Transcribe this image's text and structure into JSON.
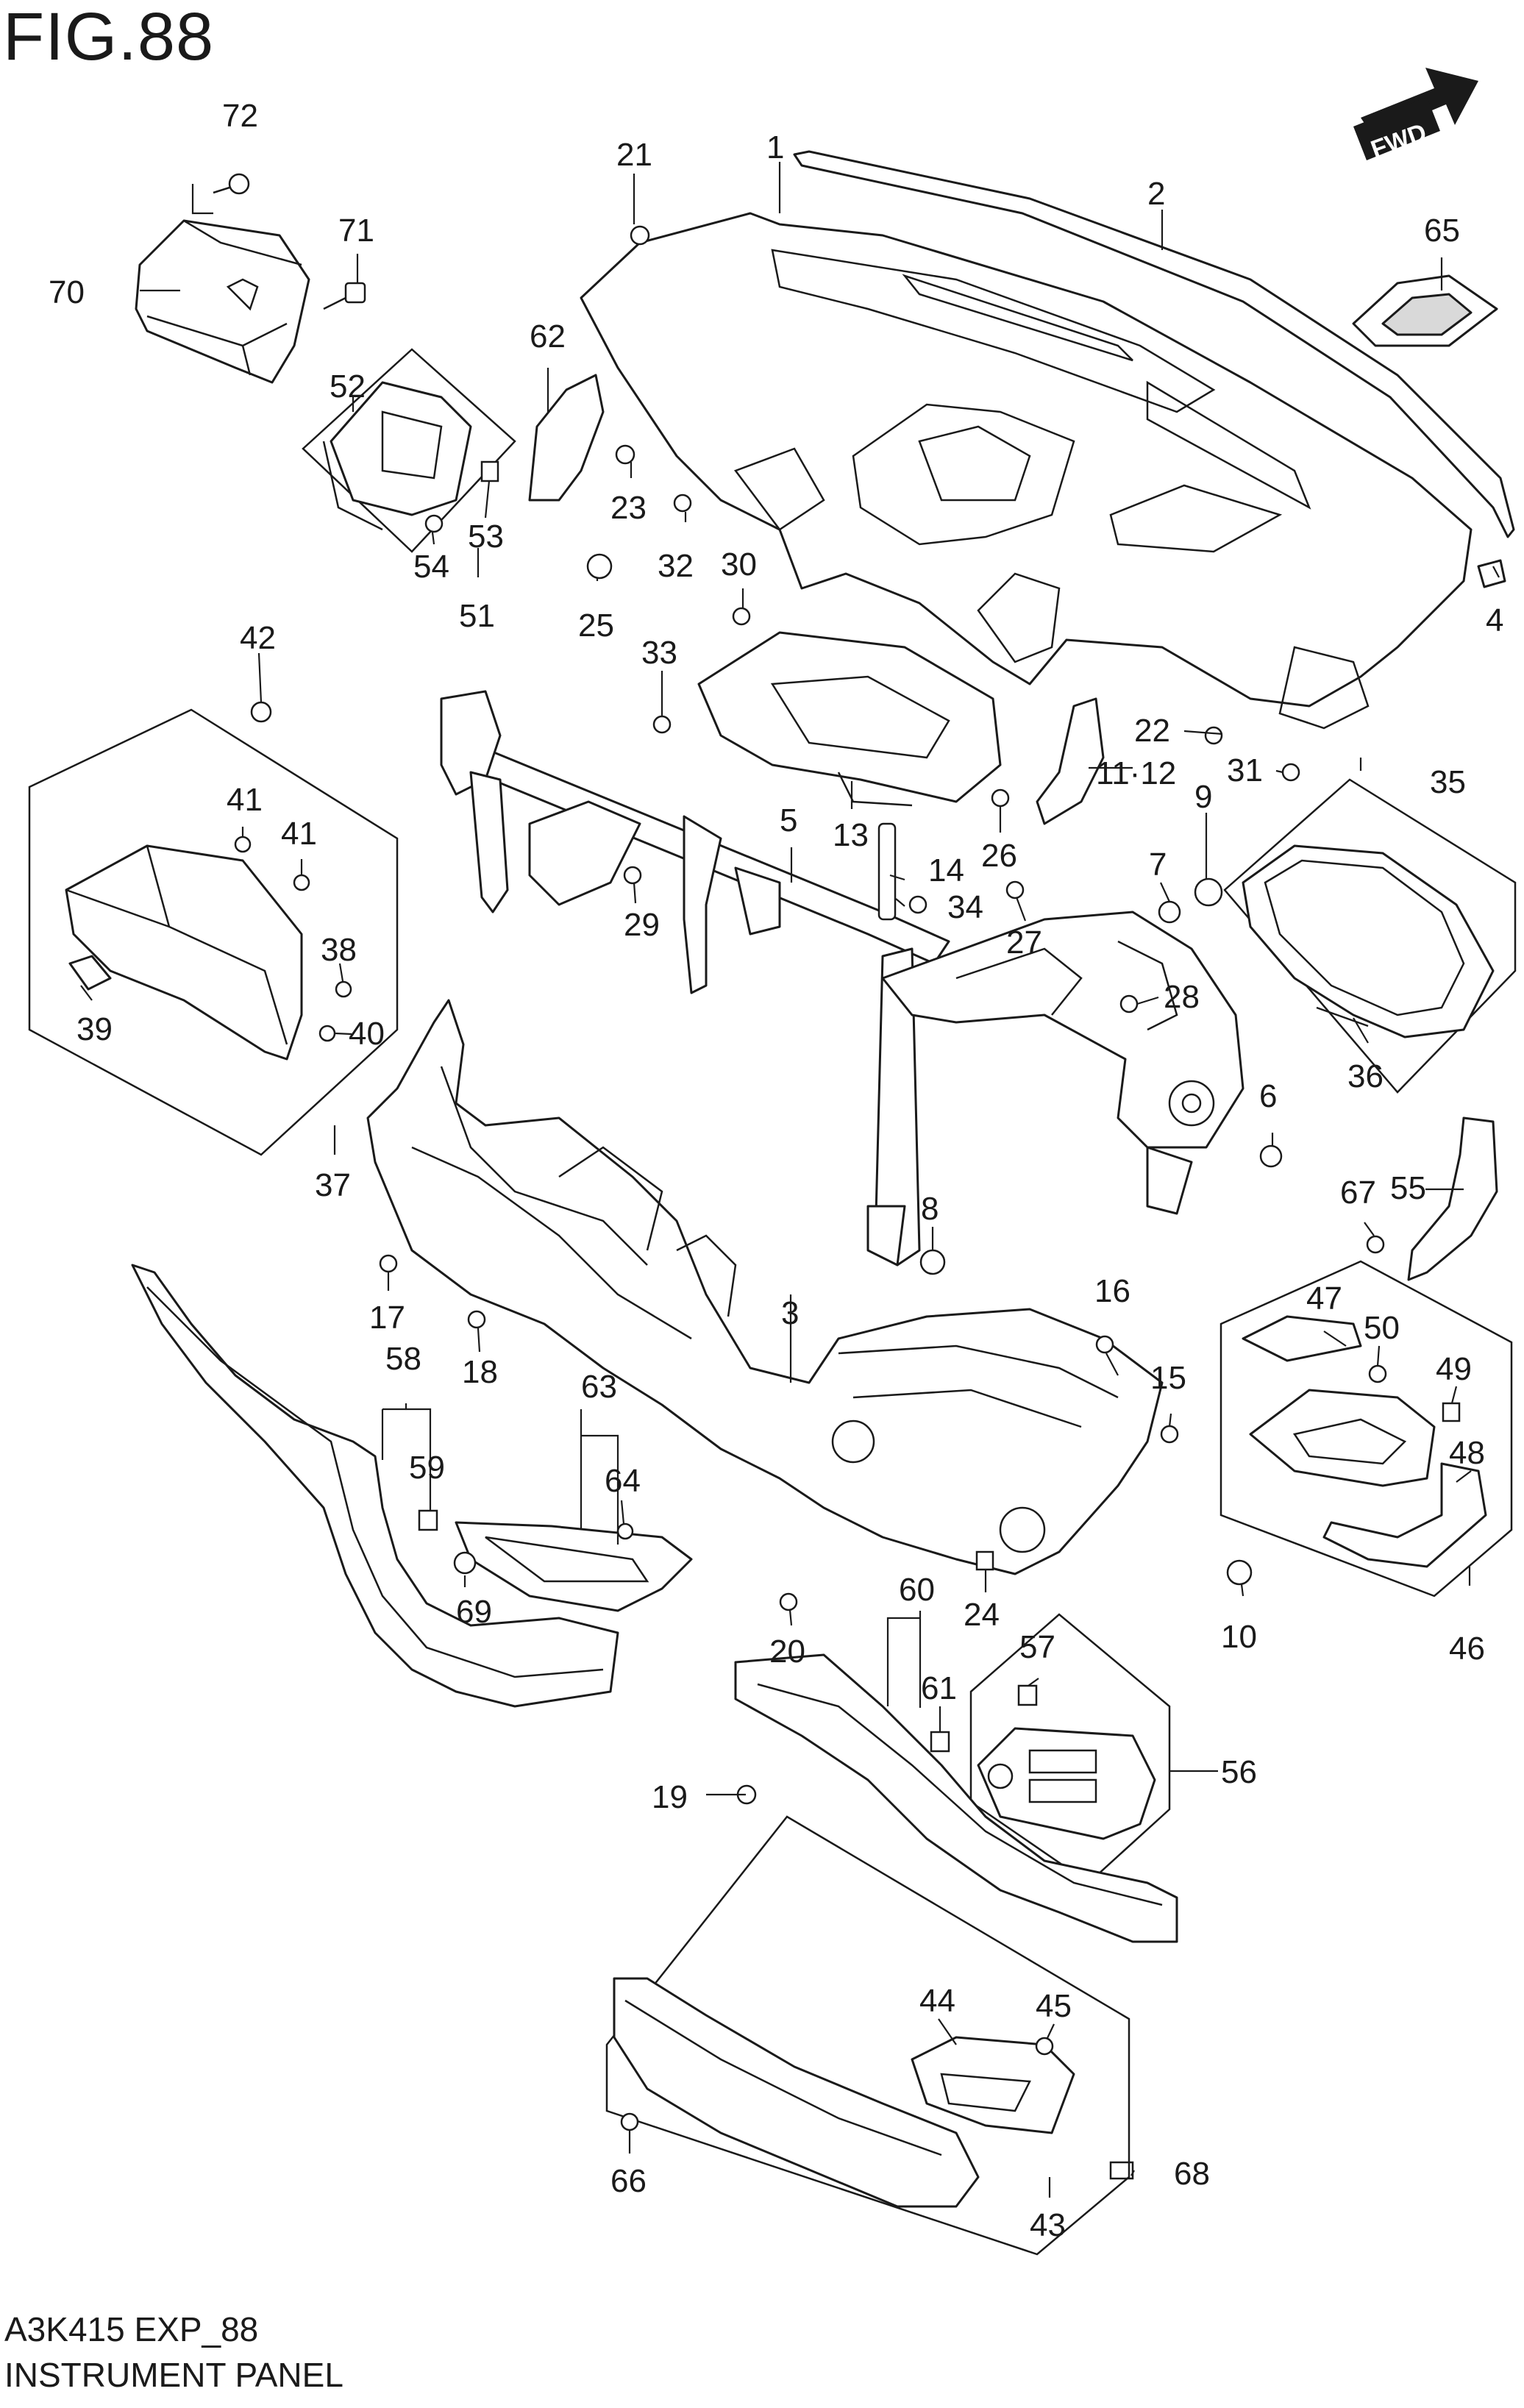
{
  "figure": {
    "title": "FIG.88",
    "code": "A3K415 EXP_88",
    "name": "INSTRUMENT PANEL"
  },
  "fwd_arrow_label": "FWD",
  "callouts": [
    "1",
    "2",
    "3",
    "4",
    "5",
    "6",
    "7",
    "8",
    "9",
    "10",
    "11·12",
    "13",
    "14",
    "15",
    "16",
    "17",
    "18",
    "19",
    "20",
    "21",
    "22",
    "23",
    "24",
    "25",
    "26",
    "27",
    "28",
    "29",
    "30",
    "31",
    "32",
    "33",
    "34",
    "35",
    "36",
    "37",
    "38",
    "39",
    "40",
    "41",
    "41",
    "42",
    "43",
    "44",
    "45",
    "46",
    "47",
    "48",
    "49",
    "50",
    "51",
    "52",
    "53",
    "54",
    "55",
    "56",
    "57",
    "58",
    "59",
    "60",
    "61",
    "62",
    "63",
    "64",
    "65",
    "66",
    "67",
    "68",
    "69",
    "70",
    "71",
    "72"
  ]
}
